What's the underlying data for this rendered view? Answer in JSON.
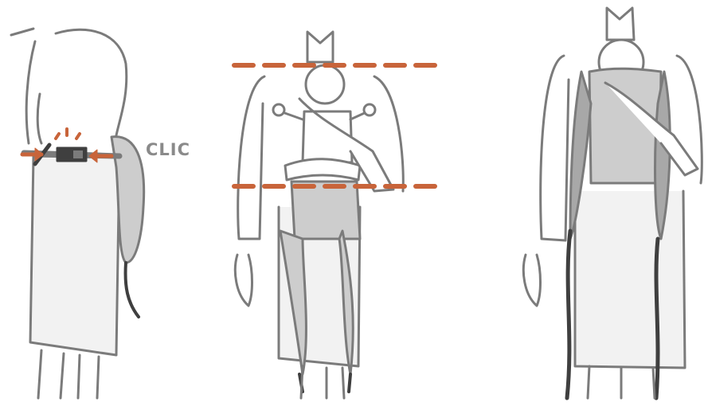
{
  "panels": [
    {
      "id": "step-1",
      "annotation": "CLIC"
    },
    {
      "id": "step-2"
    },
    {
      "id": "step-3"
    }
  ],
  "colors": {
    "outline": "#7b7b7b",
    "fill_light": "#f2f2f2",
    "carrier": "#cdcdcd",
    "carrier_dark": "#a8a8a8",
    "strap_dark": "#3f3f3f",
    "accent": "#c8643a",
    "label": "#8a8a8a"
  }
}
